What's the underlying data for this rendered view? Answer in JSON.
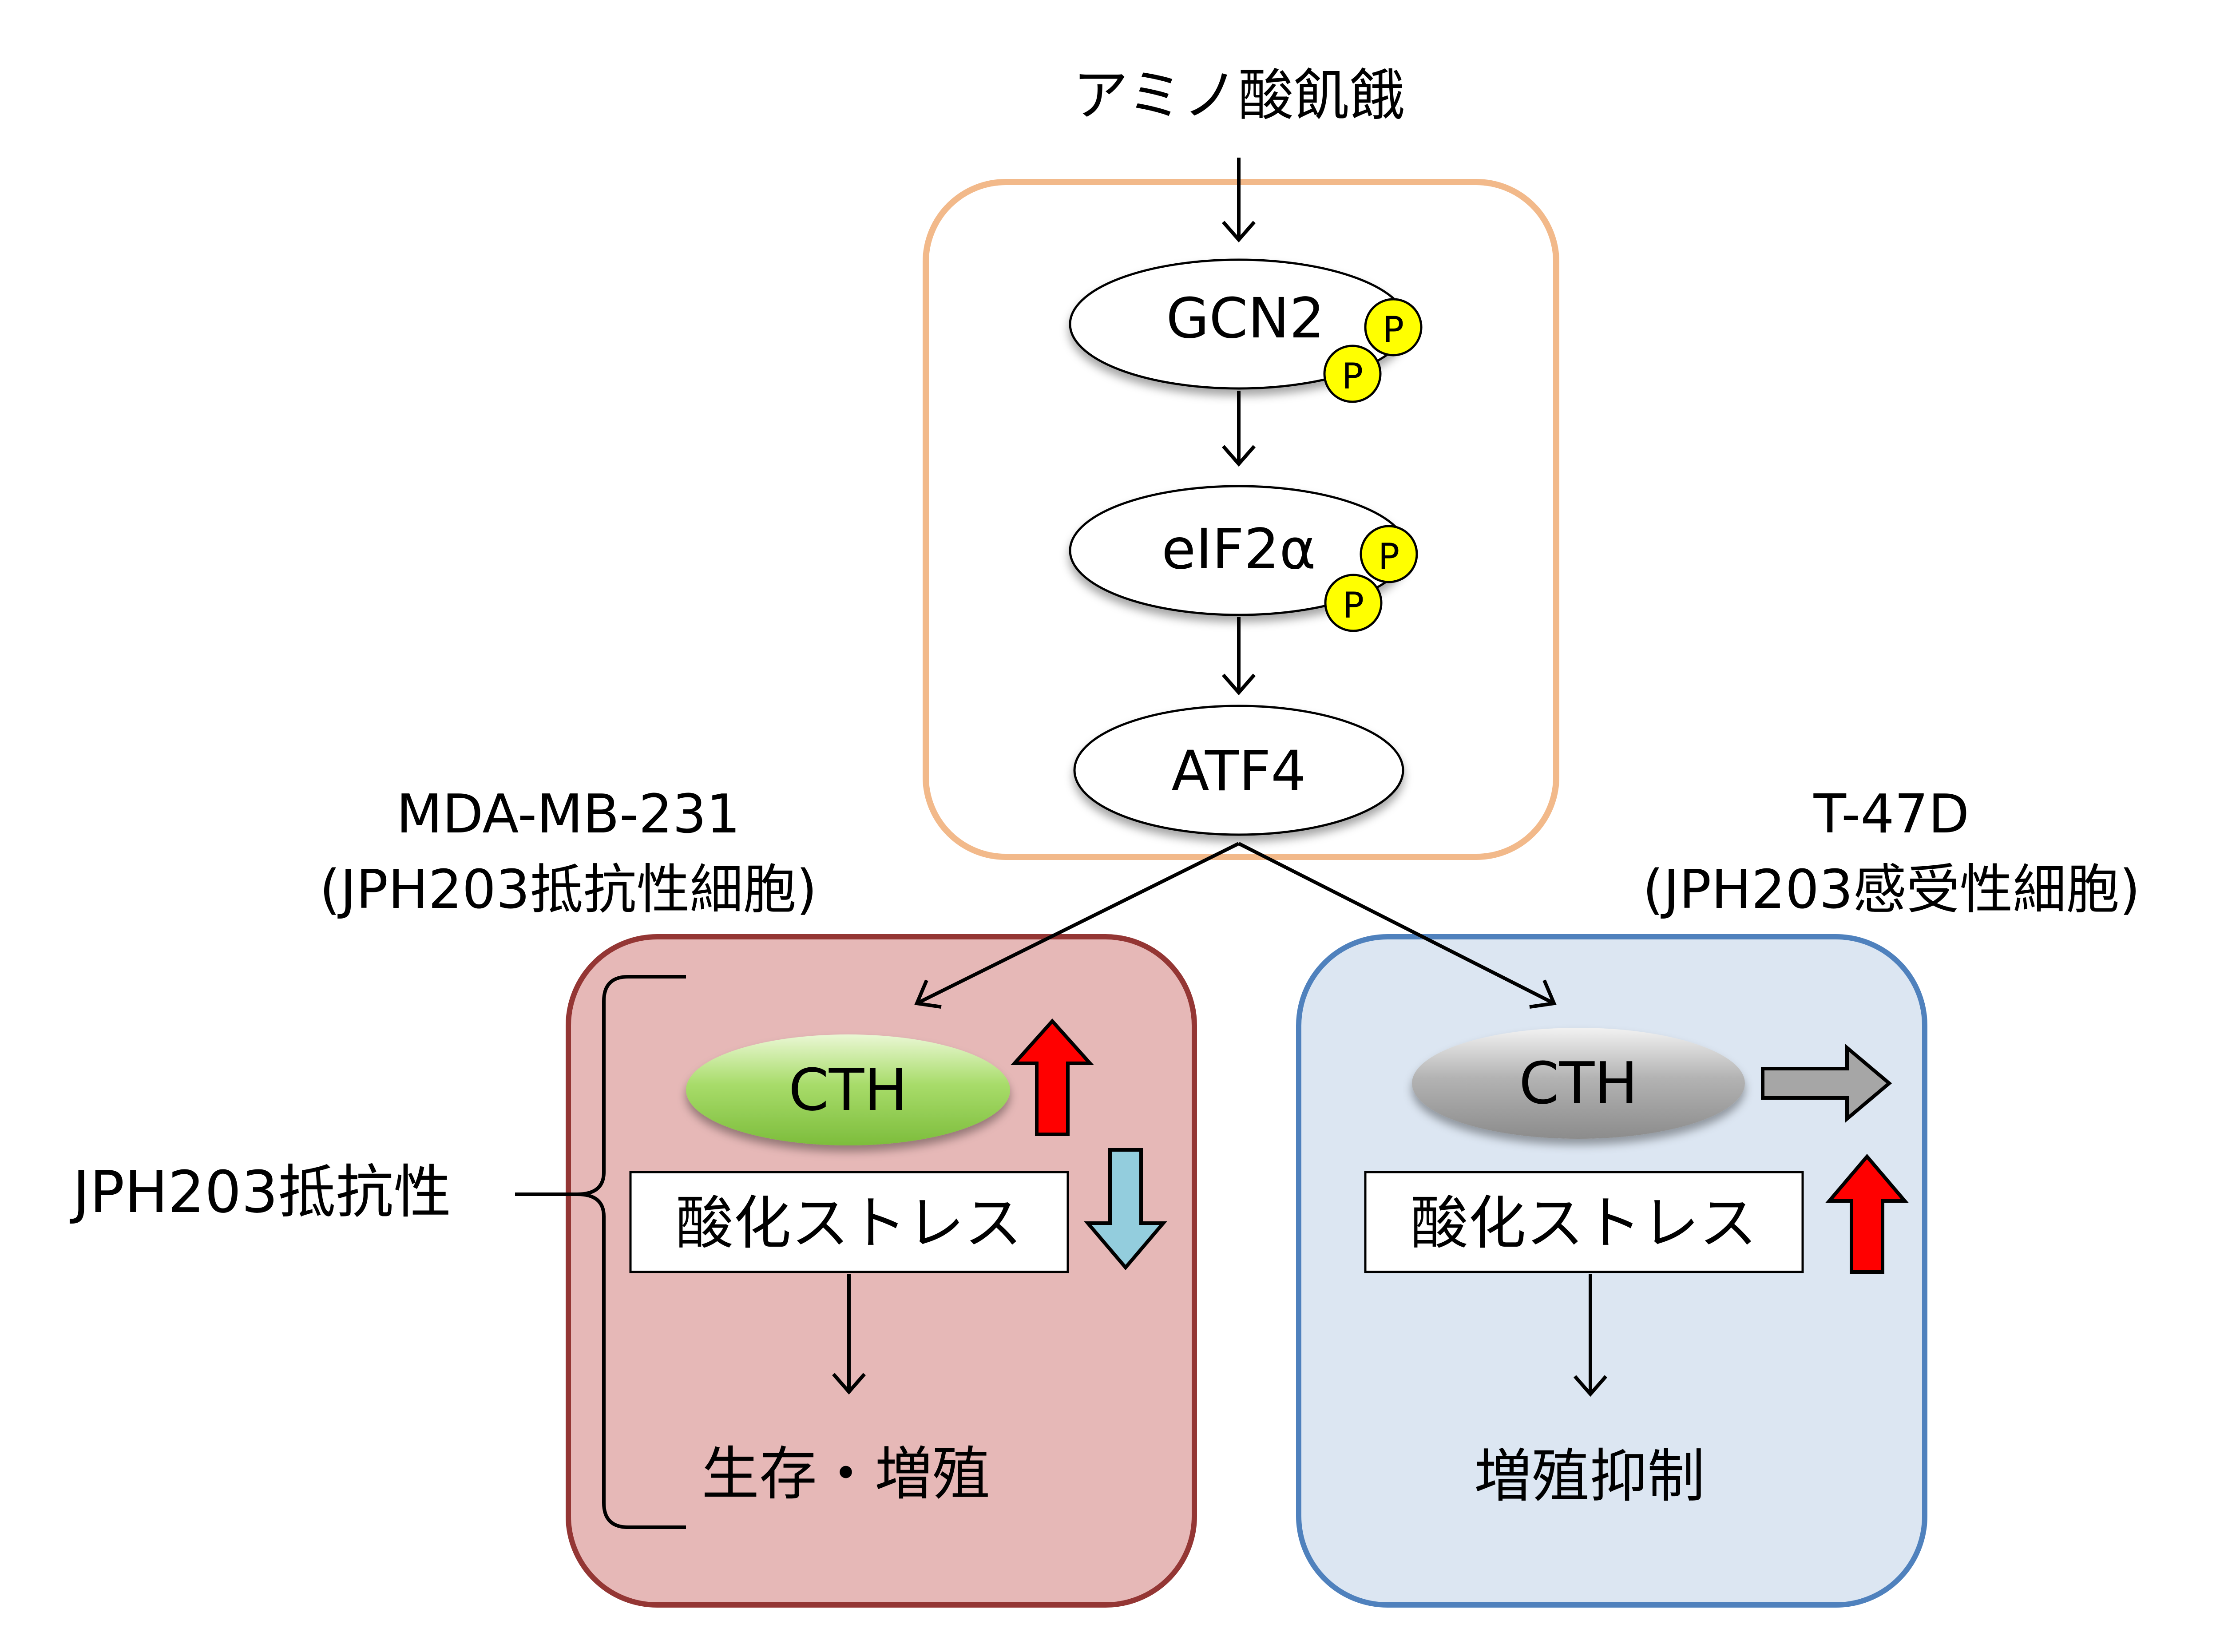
{
  "title": "アミノ酸飢餓",
  "pathway": {
    "gcn2": "GCN2",
    "eif2a": "eIF2α",
    "atf4": "ATF4",
    "phospho": "P"
  },
  "left": {
    "cell_line": "MDA-MB-231",
    "phenotype": "(JPH203抵抗性細胞)",
    "cth": "CTH",
    "stress": "酸化ストレス",
    "outcome": "生存・増殖",
    "brace_label": "JPH203抵抗性"
  },
  "right": {
    "cell_line": "T-47D",
    "phenotype": "(JPH203感受性細胞)",
    "cth": "CTH",
    "stress": "酸化ストレス",
    "outcome": "増殖抑制"
  },
  "colors": {
    "top_box_border": "#f2b98a",
    "left_box_fill": "#e6b8b7",
    "left_box_border": "#943634",
    "right_box_fill": "#dce6f2",
    "right_box_border": "#4f81bd",
    "phospho": "#ffff00",
    "up_arrow": "#ff0000",
    "down_arrow": "#93cddd",
    "cth_green": "#92d050",
    "cth_gray": "#a6a6a6",
    "right_arrow": "#a6a6a6"
  }
}
